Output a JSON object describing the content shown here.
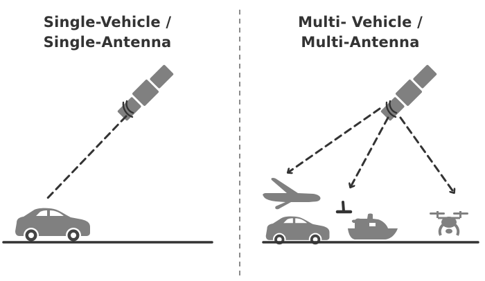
{
  "left_panel": {
    "title_line1": "Single-Vehicle /",
    "title_line2": "Single-Antenna",
    "icons": [
      "satellite-icon",
      "signal-waves-icon",
      "car-icon"
    ]
  },
  "right_panel": {
    "title_line1": "Multi- Vehicle /",
    "title_line2": "Multi-Antenna",
    "icons": [
      "satellite-icon",
      "signal-waves-icon",
      "airplane-icon",
      "antenna-icon",
      "car-icon",
      "boat-icon",
      "drone-icon"
    ]
  },
  "colors": {
    "icon_fill": "#808080",
    "line": "#333333",
    "text": "#333333",
    "divider": "#8a8a8a",
    "background": "#ffffff"
  }
}
